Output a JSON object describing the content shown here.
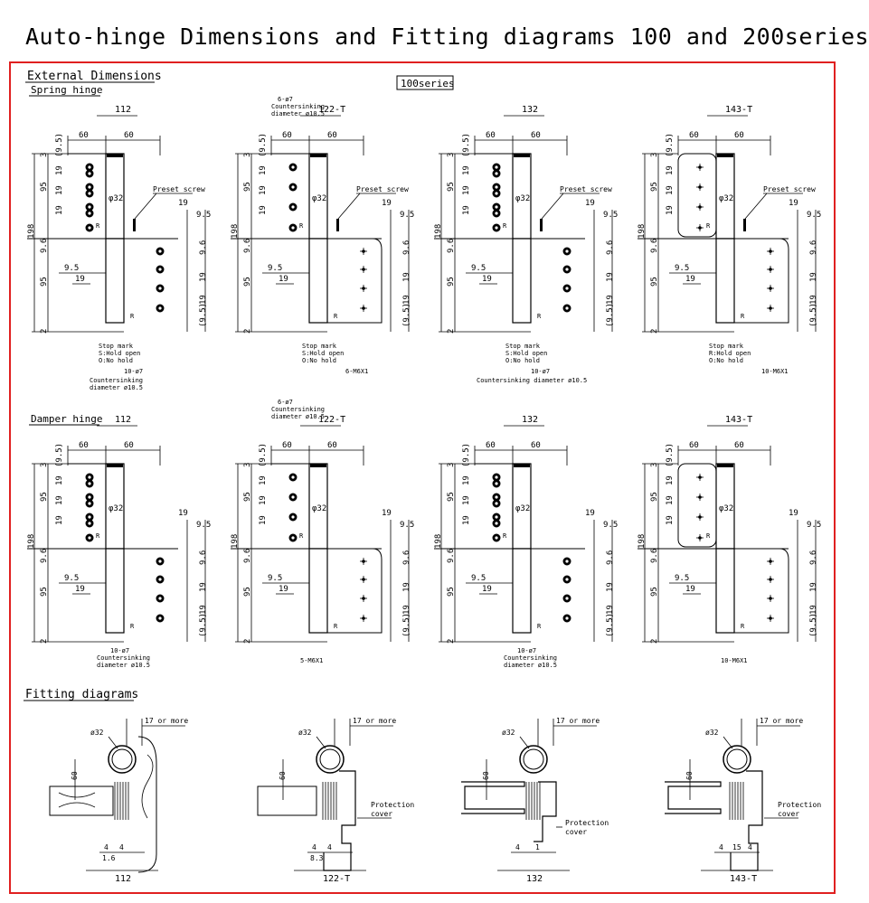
{
  "title": "Auto-hinge Dimensions and Fitting diagrams 100 and 200series",
  "sections": {
    "external": "External Dimensions",
    "spring": "Spring hinge",
    "damper": "Damper hinge",
    "fitting": "Fitting diagrams",
    "series_box": "100series"
  },
  "models": [
    "112",
    "122-T",
    "132",
    "143-T"
  ],
  "dims": {
    "w60": "60",
    "d32": "φ32",
    "d32b": "ø32",
    "h198": "198",
    "h95": "95",
    "h95b": "95",
    "d95": "9.5",
    "d96": "9.6",
    "d19": "19",
    "d3": "3",
    "d2": "2",
    "d95p": "(9.5)",
    "preset": "Preset screw",
    "r": "R"
  },
  "notes": {
    "stop_mark": "Stop mark",
    "shold": "S:Hold open",
    "ono": "O:No hold",
    "rhold": "R:Hold open",
    "c10": "10-ø7",
    "c6": "6-ø7",
    "cs": "Countersinking",
    "csd": "diameter ø10.5",
    "csd_line": "Countersinking diameter ø10.5",
    "m6x1_6": "6-M6X1",
    "m6x1_5": "5-M6X1",
    "m6x1_10": "10-M6X1"
  },
  "fitting": {
    "d32": "ø32",
    "more": "17 or more",
    "h60": "60",
    "protection": "Protection",
    "cover": "cover",
    "d4": "4",
    "d1": "1",
    "d16": "1.6",
    "d83": "8.3",
    "d15": "15"
  }
}
